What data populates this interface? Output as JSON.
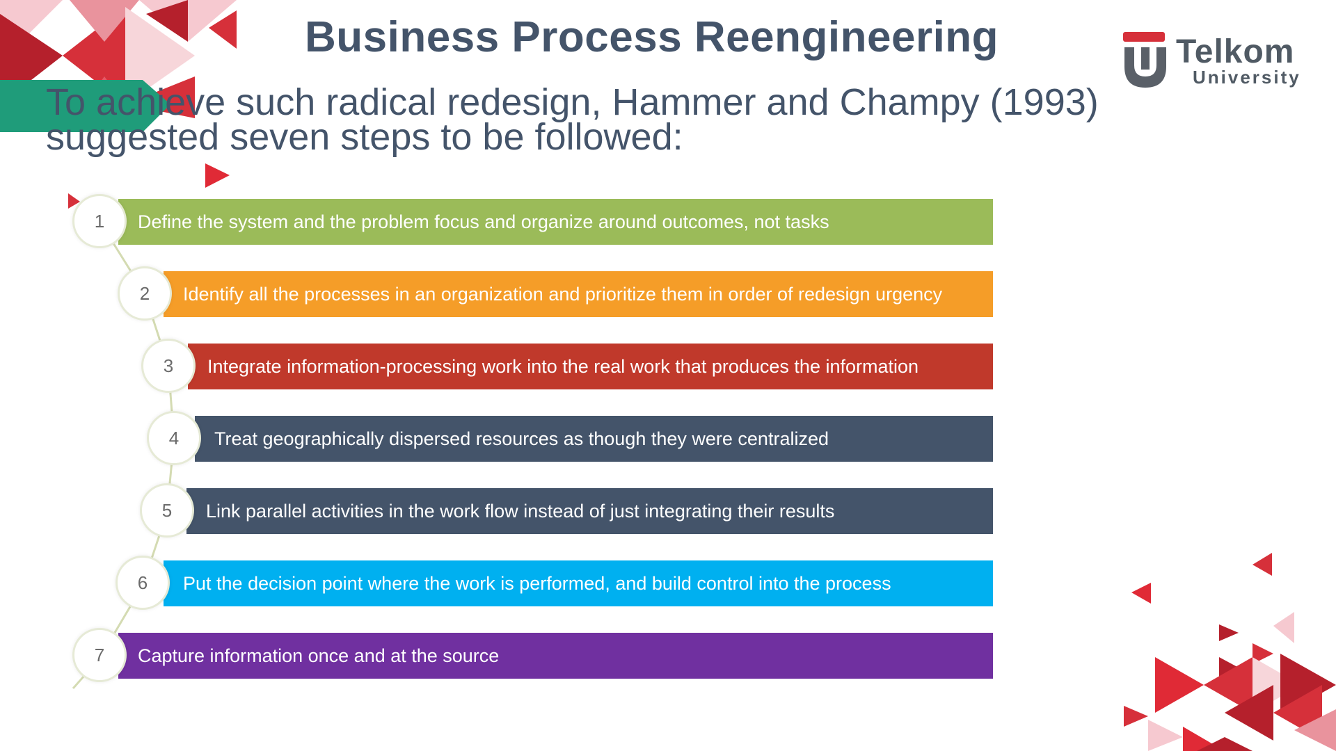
{
  "slide": {
    "title": "Business Process Reengineering",
    "subtitle": "To achieve such radical redesign, Hammer and Champy (1993) suggested  seven steps to be followed:",
    "logo": {
      "name": "Telkom",
      "sub": "University"
    },
    "steps": [
      {
        "number": "1",
        "text": "Define the system and the problem focus and organize around outcomes, not tasks",
        "color": "#9bbb59"
      },
      {
        "number": "2",
        "text": "Identify all the processes in an organization and prioritize them in order of redesign urgency",
        "color": "#f59d28"
      },
      {
        "number": "3",
        "text": "Integrate information-processing work into the real work that produces the information",
        "color": "#c0392b"
      },
      {
        "number": "4",
        "text": "Treat geographically dispersed resources as though they were centralized",
        "color": "#44546a"
      },
      {
        "number": "5",
        "text": "Link parallel activities in the work flow instead of just integrating their results",
        "color": "#44546a"
      },
      {
        "number": "6",
        "text": "Put the decision point where the work is performed, and build control into the process",
        "color": "#00b0f0"
      },
      {
        "number": "7",
        "text": "Capture information once and at the source",
        "color": "#7030a0"
      }
    ],
    "accent_colors": {
      "red": "#d6303a",
      "dark_red": "#b5202c",
      "pink": "#f6c9d0",
      "green": "#1f9c7a"
    }
  }
}
